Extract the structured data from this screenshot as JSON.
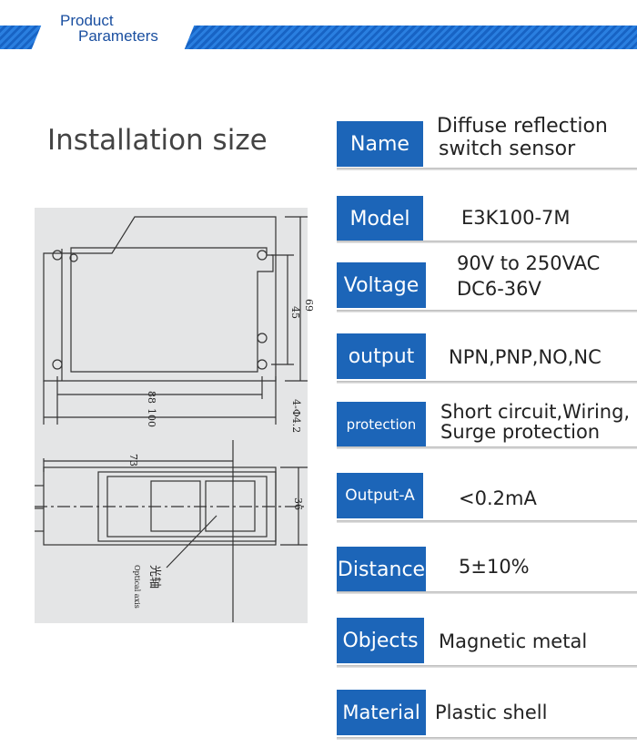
{
  "header": {
    "line1": "Product",
    "line2": "Parameters"
  },
  "installation": {
    "title": "Installation size"
  },
  "drawing": {
    "dim_69": "69",
    "dim_45": "45",
    "dim_88": "88",
    "dim_100": "100",
    "hole": "4-Φ4.2",
    "dim_73": "73",
    "dim_36": "36",
    "axis_cn": "光轴",
    "axis_en": "Optical axis"
  },
  "specs": [
    {
      "label": "Name",
      "value_line1": "Diffuse reflection",
      "value_line2": "switch sensor"
    },
    {
      "label": "Model",
      "value_line1": "E3K100-7M",
      "value_line2": ""
    },
    {
      "label": "Voltage",
      "value_line1": "90V to 250VAC",
      "value_line2": "DC6-36V"
    },
    {
      "label": "output",
      "value_line1": "NPN,PNP,NO,NC",
      "value_line2": ""
    },
    {
      "label": "protection",
      "value_line1": "Short circuit,Wiring,",
      "value_line2": "Surge protection"
    },
    {
      "label": "Output-A",
      "value_line1": "<0.2mA",
      "value_line2": ""
    },
    {
      "label": "Distance",
      "value_line1": "5±10%",
      "value_line2": ""
    },
    {
      "label": "Objects",
      "value_line1": "Magnetic metal",
      "value_line2": ""
    },
    {
      "label": "Material",
      "value_line1": "Plastic shell",
      "value_line2": ""
    }
  ]
}
